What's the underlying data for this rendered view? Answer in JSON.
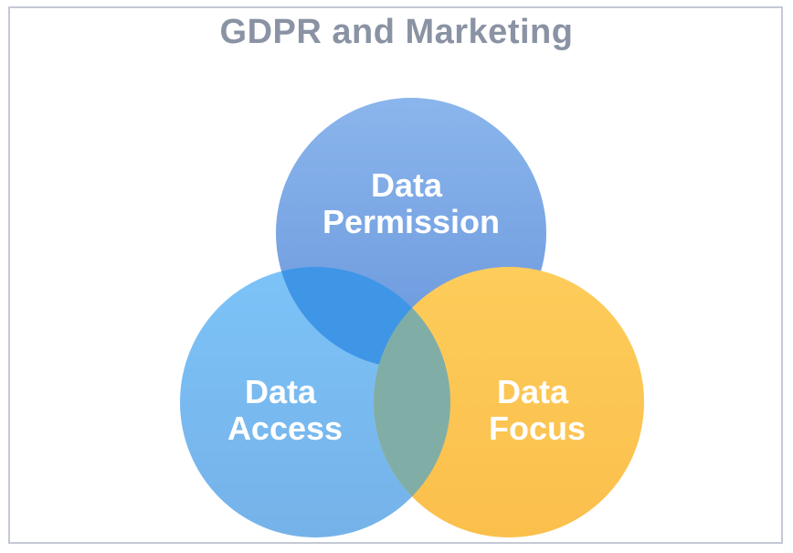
{
  "title": "GDPR and Marketing",
  "circles": [
    {
      "id": "permission",
      "lines": [
        "Data",
        "Permission"
      ],
      "color": "#6e9fe0"
    },
    {
      "id": "access",
      "lines": [
        "Data",
        "Access"
      ],
      "color": "#6fb4ee"
    },
    {
      "id": "focus",
      "lines": [
        "Data",
        "Focus"
      ],
      "color": "#fdc756"
    }
  ],
  "colors": {
    "title": "#8a93a4",
    "frame": "#c4c9d4",
    "overlap_permission_access": "#3c93e6",
    "overlap_access_focus": "#7fb0a8"
  }
}
